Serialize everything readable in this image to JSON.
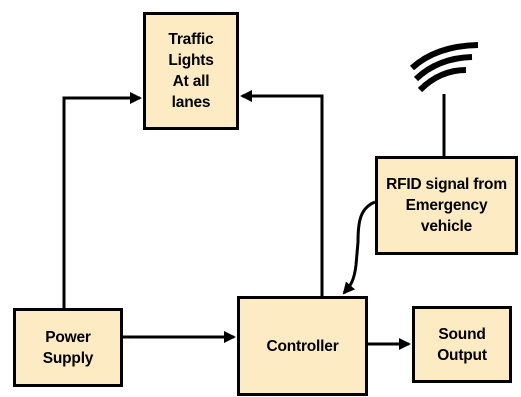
{
  "colors": {
    "box_fill": "#fcebc3",
    "stroke": "#000000",
    "background": "#ffffff"
  },
  "nodes": {
    "traffic_lights": "Traffic\nLights\nAt all\nlanes",
    "rfid_signal": "RFID signal from\nEmergency\nvehicle",
    "power_supply": "Power\nSupply",
    "controller": "Controller",
    "sound_output": "Sound\nOutput"
  },
  "icons": {
    "antenna": "wireless-signal-icon"
  },
  "edges": [
    {
      "from": "power_supply",
      "to": "traffic_lights"
    },
    {
      "from": "power_supply",
      "to": "controller"
    },
    {
      "from": "controller",
      "to": "traffic_lights"
    },
    {
      "from": "rfid_signal",
      "to": "controller"
    },
    {
      "from": "controller",
      "to": "sound_output"
    }
  ]
}
